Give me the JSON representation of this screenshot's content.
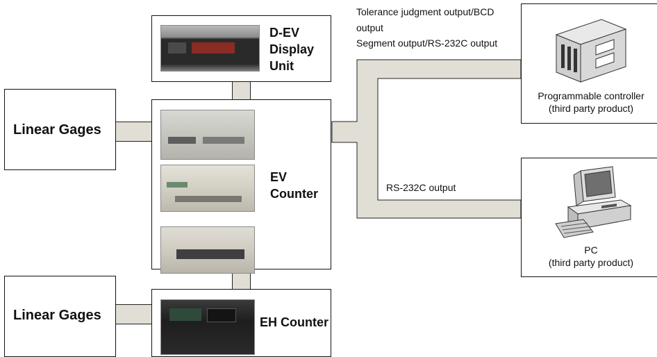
{
  "left_gages_1": {
    "label": "Linear Gages"
  },
  "left_gages_2": {
    "label": "Linear Gages"
  },
  "display_unit": {
    "line1": "D-EV",
    "line2": "Display",
    "line3": "Unit"
  },
  "ev_counter": {
    "line1": "EV",
    "line2": "Counter"
  },
  "eh_counter": {
    "label": "EH Counter"
  },
  "outputs": {
    "line1": "Tolerance judgment output/BCD",
    "line2": "output",
    "line3": "Segment output/RS-232C output",
    "rs232c": "RS-232C output"
  },
  "plc": {
    "name": "Programmable controller",
    "note": "(third party product)"
  },
  "pc": {
    "name": "PC",
    "note": "(third party product)"
  },
  "colors": {
    "connector": "#e1ded6",
    "border": "#111111",
    "background": "#ffffff"
  },
  "icons": [
    "plc-icon",
    "pc-icon",
    "display-unit-photo",
    "ev-counter-photo",
    "eh-counter-photo"
  ]
}
